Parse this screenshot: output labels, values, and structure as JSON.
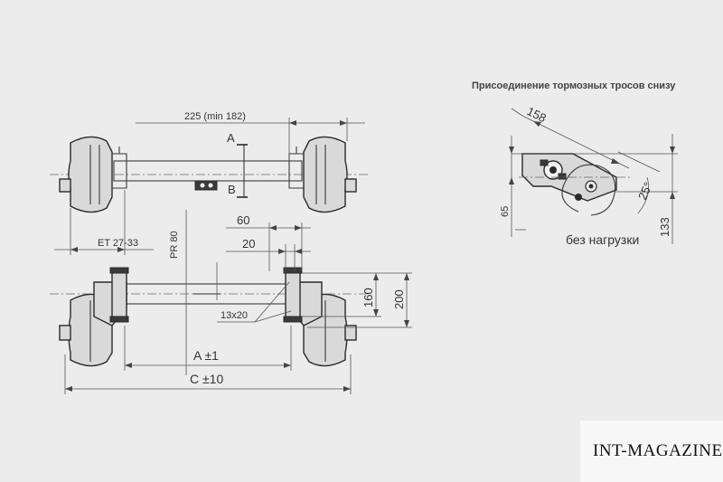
{
  "top_view": {
    "dim_225": "225 (min 182)",
    "section_a": "A",
    "section_b": "B",
    "dim_et": "ET 27-33"
  },
  "bottom_view": {
    "dim_pr": "PR 80",
    "dim_60": "60",
    "dim_20": "20",
    "dim_160": "160",
    "dim_200": "200",
    "dim_13x20": "13x20",
    "dim_a": "A ±1",
    "dim_c": "C ±10"
  },
  "detail": {
    "title": "Присоединение тормозных тросов снизу",
    "dim_158": "158",
    "dim_65": "65",
    "dim_25deg": "25°",
    "dim_133": "133",
    "caption": "без нагрузки"
  },
  "watermark": "INT-MAGAZINE"
}
